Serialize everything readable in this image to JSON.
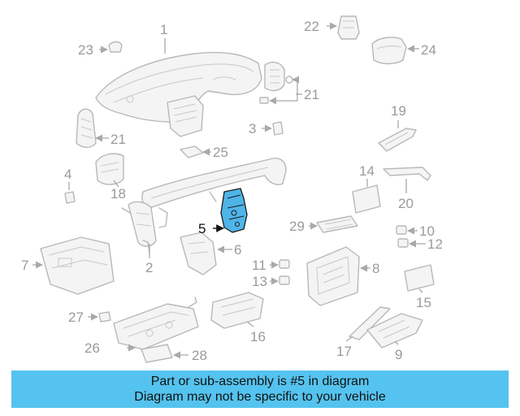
{
  "diagram": {
    "highlight_color": "#4fb4e8",
    "part_color": "#b8b8b8",
    "highlighted_callout": "5",
    "callouts": {
      "c1": "1",
      "c2": "2",
      "c3": "3",
      "c4": "4",
      "c5": "5",
      "c6": "6",
      "c7": "7",
      "c8": "8",
      "c9": "9",
      "c10": "10",
      "c11": "11",
      "c12": "12",
      "c13": "13",
      "c14": "14",
      "c15": "15",
      "c16": "16",
      "c17": "17",
      "c18": "18",
      "c19": "19",
      "c20": "20",
      "c21a": "21",
      "c21b": "21",
      "c22": "22",
      "c23": "23",
      "c24": "24",
      "c25": "25",
      "c26": "26",
      "c27": "27",
      "c28": "28",
      "c29": "29"
    }
  },
  "banner": {
    "color": "#55c3ef",
    "line1": "Part or sub-assembly is #5 in diagram",
    "line2": "Diagram may not be specific to your vehicle"
  }
}
